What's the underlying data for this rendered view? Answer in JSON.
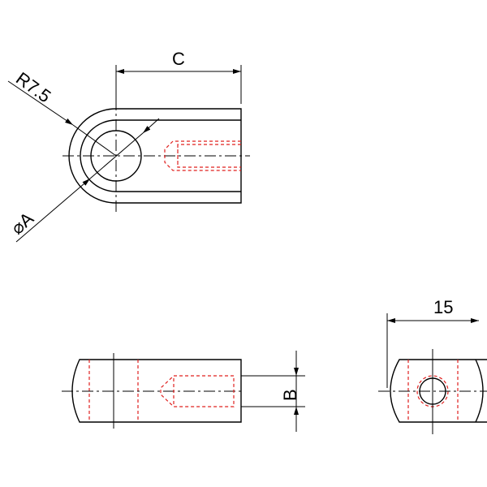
{
  "drawing": {
    "dim_c": "C",
    "dim_r": "R7.5",
    "dim_a": "⌀A",
    "dim_b": "B",
    "dim_15": "15",
    "colors": {
      "outline": "#000000",
      "hidden_thread": "#e0201e"
    }
  }
}
